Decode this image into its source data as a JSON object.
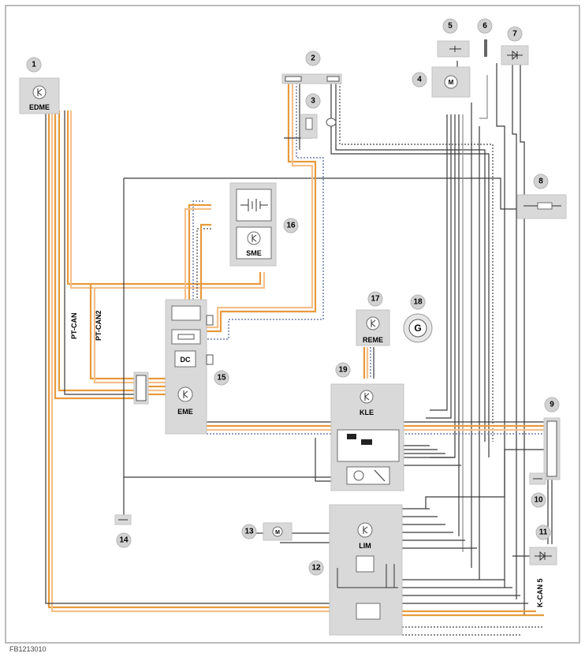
{
  "diagram": {
    "figure_id": "FB1213010",
    "labels": {
      "edme": "EDME",
      "sme": "SME",
      "dc": "DC",
      "eme": "EME",
      "reme": "REME",
      "klе_fix": "",
      "kle": "KLE",
      "lim": "LIM",
      "generator": "G"
    },
    "bus_labels": {
      "pt_can": "PT-CAN",
      "pt_can2": "PT-CAN2",
      "k_can5": "K-CAN 5"
    },
    "callouts": [
      "1",
      "2",
      "3",
      "4",
      "5",
      "6",
      "7",
      "8",
      "9",
      "10",
      "11",
      "12",
      "13",
      "14",
      "15",
      "16",
      "17",
      "18",
      "19"
    ],
    "colors": {
      "background": "#ffffff",
      "component_fill": "#d9d9d9",
      "wire_orange": "#e89a3c",
      "wire_light_orange": "#f4c08a",
      "wire_dark": "#3a3a3a",
      "wire_dotted_blue": "#6f7fb0",
      "callout_circle": "#d2d2d2"
    }
  }
}
